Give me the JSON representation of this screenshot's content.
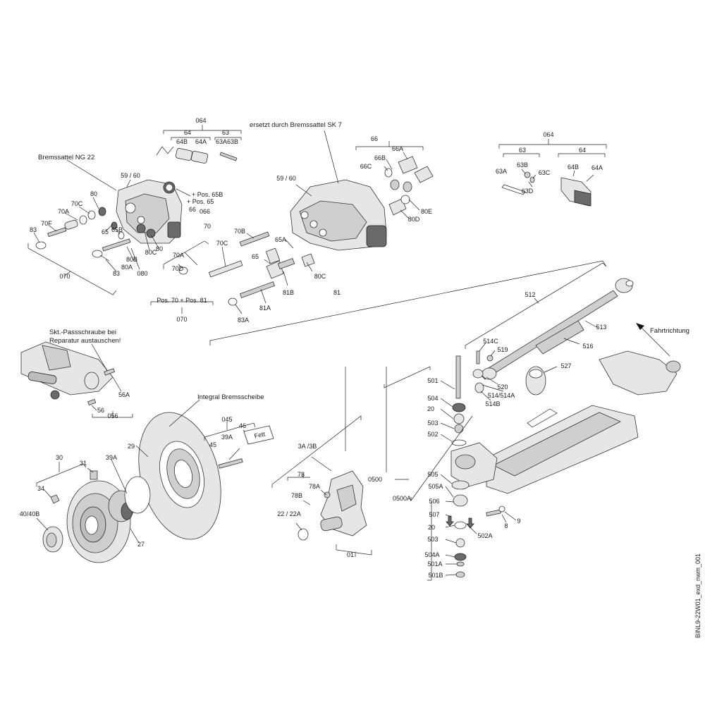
{
  "labels": {
    "l064a": "064",
    "l64a": "64",
    "l63a": "63",
    "l64B_a": "64B",
    "l64A_a": "64A",
    "l63A63B": "63A63B",
    "caliper_ng22": "Bremssattel NG 22",
    "replaced_by": "ersetzt durch Bremssattel SK 7",
    "l5960a": "59 / 60",
    "l5960b": "59 / 60",
    "pos65b": "+ Pos. 65B",
    "pos65": "+ Pos. 65",
    "l66a": "66",
    "l066": "066",
    "l80a": "80",
    "l70C_a": "70C",
    "l70A_a": "70A",
    "l70F": "70F",
    "l83a": "83",
    "l65a": "65",
    "l65B": "65B",
    "l80C_a": "80C",
    "l80b": "80",
    "l80B": "80B",
    "l80A": "80A",
    "l83b": "83",
    "l080": "080",
    "l070a": "070",
    "l70": "70",
    "l70B": "70B",
    "l70C_b": "70C",
    "l70A_b": "70A",
    "l70D": "70D",
    "l65b": "65",
    "l65A": "65A",
    "l80C_b": "80C",
    "l81B": "81B",
    "l81A": "81A",
    "l83A": "83A",
    "l81": "81",
    "pos7081": "Pos. 70 + Pos. 81",
    "l070b": "070",
    "l66b": "66",
    "l66A": "66A",
    "l66B": "66B",
    "l66C": "66C",
    "l80E": "80E",
    "l80D": "80D",
    "l064b": "064",
    "l63b": "63",
    "l64b": "64",
    "l63B": "63B",
    "l63A": "63A",
    "l63C": "63C",
    "l63D": "63D",
    "l64B_b": "64B",
    "l64A_b": "64A",
    "bolt_note_1": "Skt.-Passschraube bei",
    "bolt_note_2": "Reparatur austauschen!",
    "l56A": "56A",
    "l56": "56",
    "l056": "056",
    "integral_disc": "Integral Bremsscheibe",
    "l045": "045",
    "l46": "46",
    "fett": "Fett",
    "l39A_a": "39A",
    "l45": "45",
    "l29": "29",
    "l30": "30",
    "l31": "31",
    "l39A_b": "39A",
    "l34": "34",
    "l4040B": "40/40B",
    "l27": "27",
    "l3A3B": "3A /3B",
    "l78": "78",
    "l78A": "78A",
    "l78B": "78B",
    "l2222A": "22 / 22A",
    "l01": "01",
    "l0500": "0500",
    "l0500A": "0500A",
    "l512": "512",
    "l513": "513",
    "driving_direction": "Fahrtrichtung",
    "l516": "516",
    "l514C": "514C",
    "l519": "519",
    "l520": "520",
    "l514514A": "514/514A",
    "l514B": "514B",
    "l527": "527",
    "l501": "501",
    "l504": "504",
    "l20a": "20",
    "l503a": "503",
    "l502": "502",
    "l505": "505",
    "l505A": "505A",
    "l506": "506",
    "l507": "507",
    "l20b": "20",
    "l503b": "503",
    "l504A": "504A",
    "l501A": "501A",
    "l501B": "501B",
    "l502A": "502A",
    "l8": "8",
    "l9": "9",
    "doc_id": "BINL9-22W01_exd_nwm_001"
  },
  "colors": {
    "line": "#222222",
    "part_light": "#e6e6e6",
    "part_mid": "#cfcfcf",
    "part_dark": "#6a6a6a"
  }
}
